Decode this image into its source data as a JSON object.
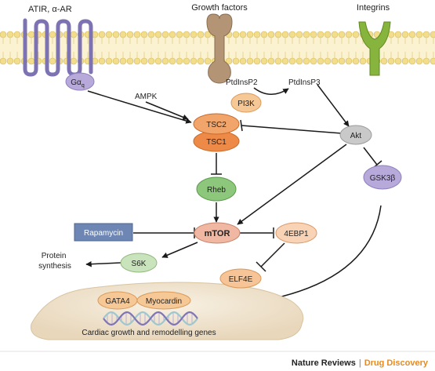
{
  "receptors": {
    "gpcr": "ATIR, α-AR",
    "growth": "Growth factors",
    "integrins": "Integrins"
  },
  "nodes": {
    "galpha": "Gα",
    "galpha_sub": "q",
    "ampk": "AMPK",
    "pi3k": "PI3K",
    "ptdinsp2": "PtdInsP2",
    "ptdinsp3": "PtdInsP3",
    "tsc2": "TSC2",
    "tsc1": "TSC1",
    "akt": "Akt",
    "rheb": "Rheb",
    "gsk3b": "GSK3β",
    "rapamycin": "Rapamycin",
    "mtor": "mTOR",
    "ebp1": "4EBP1",
    "s6k": "S6K",
    "elf4e": "ELF4E",
    "protein_line1": "Protein",
    "protein_line2": "synthesis",
    "gata4": "GATA4",
    "myocardin": "Myocardin",
    "genes": "Cardiac growth and remodelling genes"
  },
  "footer": {
    "journal": "Nature Reviews",
    "separator": "|",
    "section": "Drug Discovery"
  },
  "colors": {
    "membrane_head": "#f2dd8c",
    "gpcr": "#8c82bd",
    "growth_receptor": "#b39474",
    "integrin": "#86b43c",
    "orange_node": "#f2a56a",
    "tsc_node": "#ee8a48",
    "green_node": "#8cc77c",
    "purple_node": "#b7a9d9",
    "grey_node": "#c9c9c9",
    "rapamycin_box": "#6d86b3",
    "mtor_node": "#f0b8a2",
    "s6k_node": "#c9e3bc",
    "nucleus": "#f1e6d2",
    "accent_orange": "#e88a1e"
  }
}
